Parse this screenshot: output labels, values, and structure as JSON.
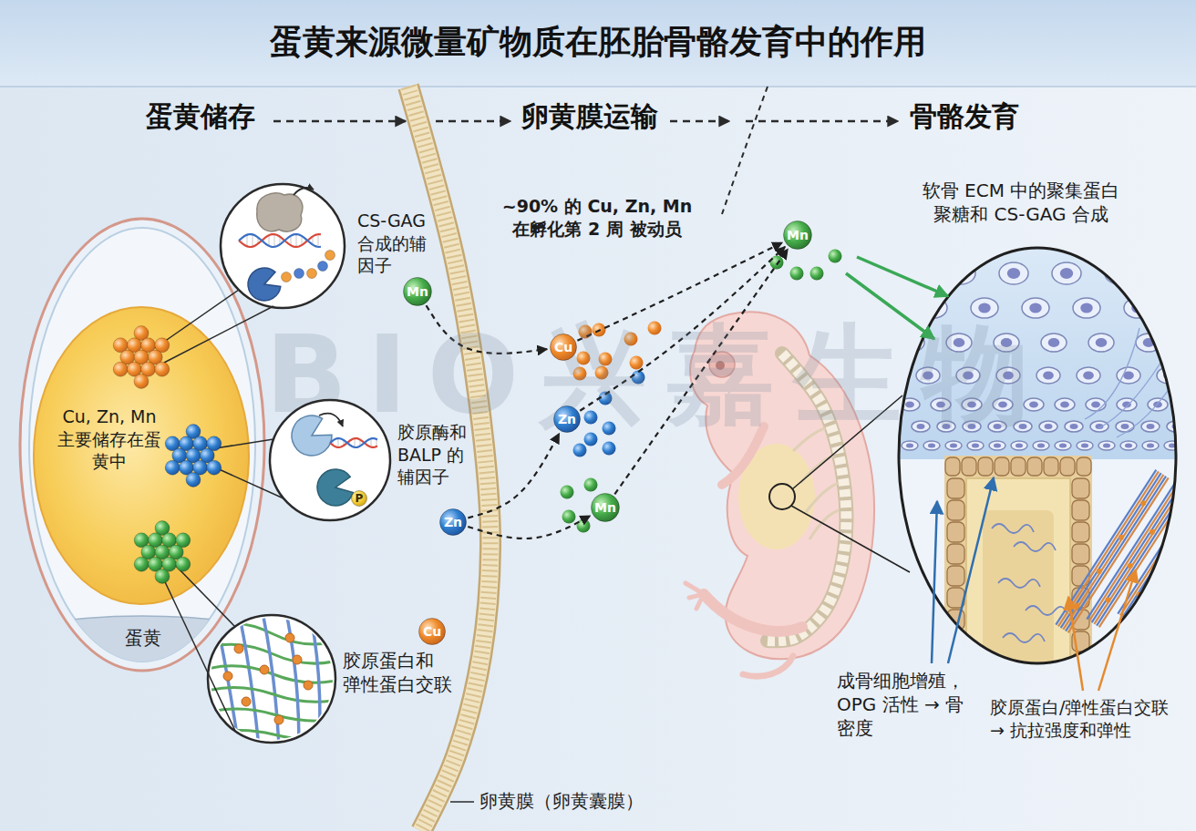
{
  "diagram": {
    "title": "蛋黄来源微量矿物质在胚胎骨骼发育中的作用",
    "nodes": [
      {
        "text": [
          "蛋黄"
        ]
      },
      {
        "text": [
          "Cu, Zn, Mn 主要储存在蛋黄中"
        ],
        "in": 0
      },
      {
        "text": [
          "Mn"
        ]
      },
      {
        "text": [
          "P"
        ]
      },
      {
        "text": [
          "Zn"
        ]
      },
      {
        "text": [
          "Cu"
        ]
      },
      {
        "text": [
          "Cu"
        ]
      },
      {
        "text": [
          "Zn"
        ]
      },
      {
        "text": [
          "Mn"
        ]
      },
      {
        "text": [
          "Mn"
        ]
      }
    ],
    "edges": [
      {
        "from": 2,
        "to": 6,
        "arrow": "to"
      },
      {
        "from": 4,
        "to": 7,
        "arrow": "to"
      },
      {
        "from": 4,
        "to": 8,
        "arrow": "to"
      },
      {
        "from": 6,
        "to": 9,
        "arrow": "to"
      },
      {
        "from": 7,
        "to": 9,
        "arrow": "to"
      },
      {
        "from": 8,
        "to": 9,
        "arrow": "to"
      }
    ],
    "labels": [
      "蛋黄储存",
      "卵黄膜运输",
      "骨骼发育",
      "CS-GAG 合成的辅因子",
      "~90% 的 Cu, Zn, Mn 在孵化第 2 周 被动员",
      "软骨 ECM 中的聚集蛋白 聚糖和 CS-GAG 合成",
      "胶原酶和 BALP 的 辅因子",
      "胶原蛋白和 弹性蛋白交联",
      "成骨细胞增殖， OPG 活性 → 骨密度",
      "胶原蛋白/弹性蛋白交联 → 抗拉强度和弹性",
      "卵黄膜（卵黄囊膜）",
      "XJBIO兴嘉生物"
    ]
  }
}
